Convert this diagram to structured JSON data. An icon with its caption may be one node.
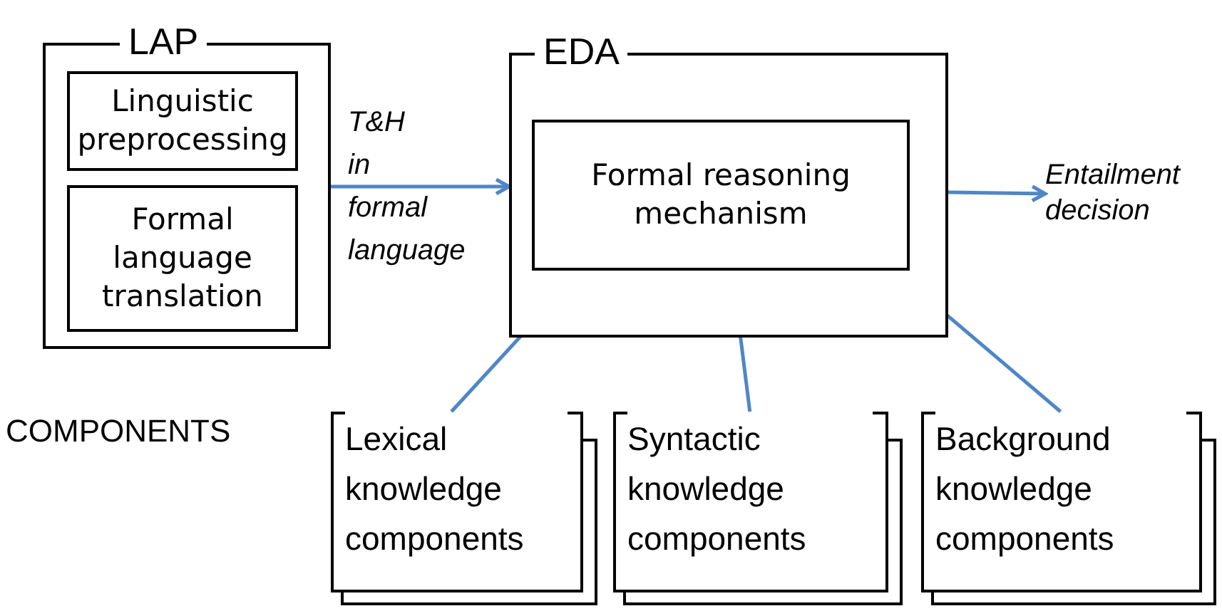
{
  "diagram": {
    "nodes": [
      {
        "text": [
          "LAP"
        ]
      },
      {
        "text": [
          "Linguistic preprocessing"
        ],
        "in": 0
      },
      {
        "text": [
          "Formal language translation"
        ],
        "in": 0
      },
      {
        "text": [
          "EDA"
        ]
      },
      {
        "text": [
          "Formal reasoning mechanism"
        ],
        "in": 3
      },
      {
        "text": [
          "Entailment decision"
        ]
      },
      {
        "text": [
          "Lexical knowledge components"
        ]
      },
      {
        "text": [
          "Syntactic knowledge components"
        ]
      },
      {
        "text": [
          "Background knowledge components"
        ]
      }
    ],
    "edges": [
      {
        "from": 0,
        "to": 3,
        "arrow": "to",
        "label": "T&H in formal language"
      },
      {
        "from": 3,
        "to": 5,
        "arrow": "to"
      },
      {
        "from": 4,
        "to": 6,
        "arrow": "none"
      },
      {
        "from": 4,
        "to": 7,
        "arrow": "none"
      },
      {
        "from": 4,
        "to": 8,
        "arrow": "none"
      }
    ],
    "labels": [
      "COMPONENTS"
    ]
  }
}
